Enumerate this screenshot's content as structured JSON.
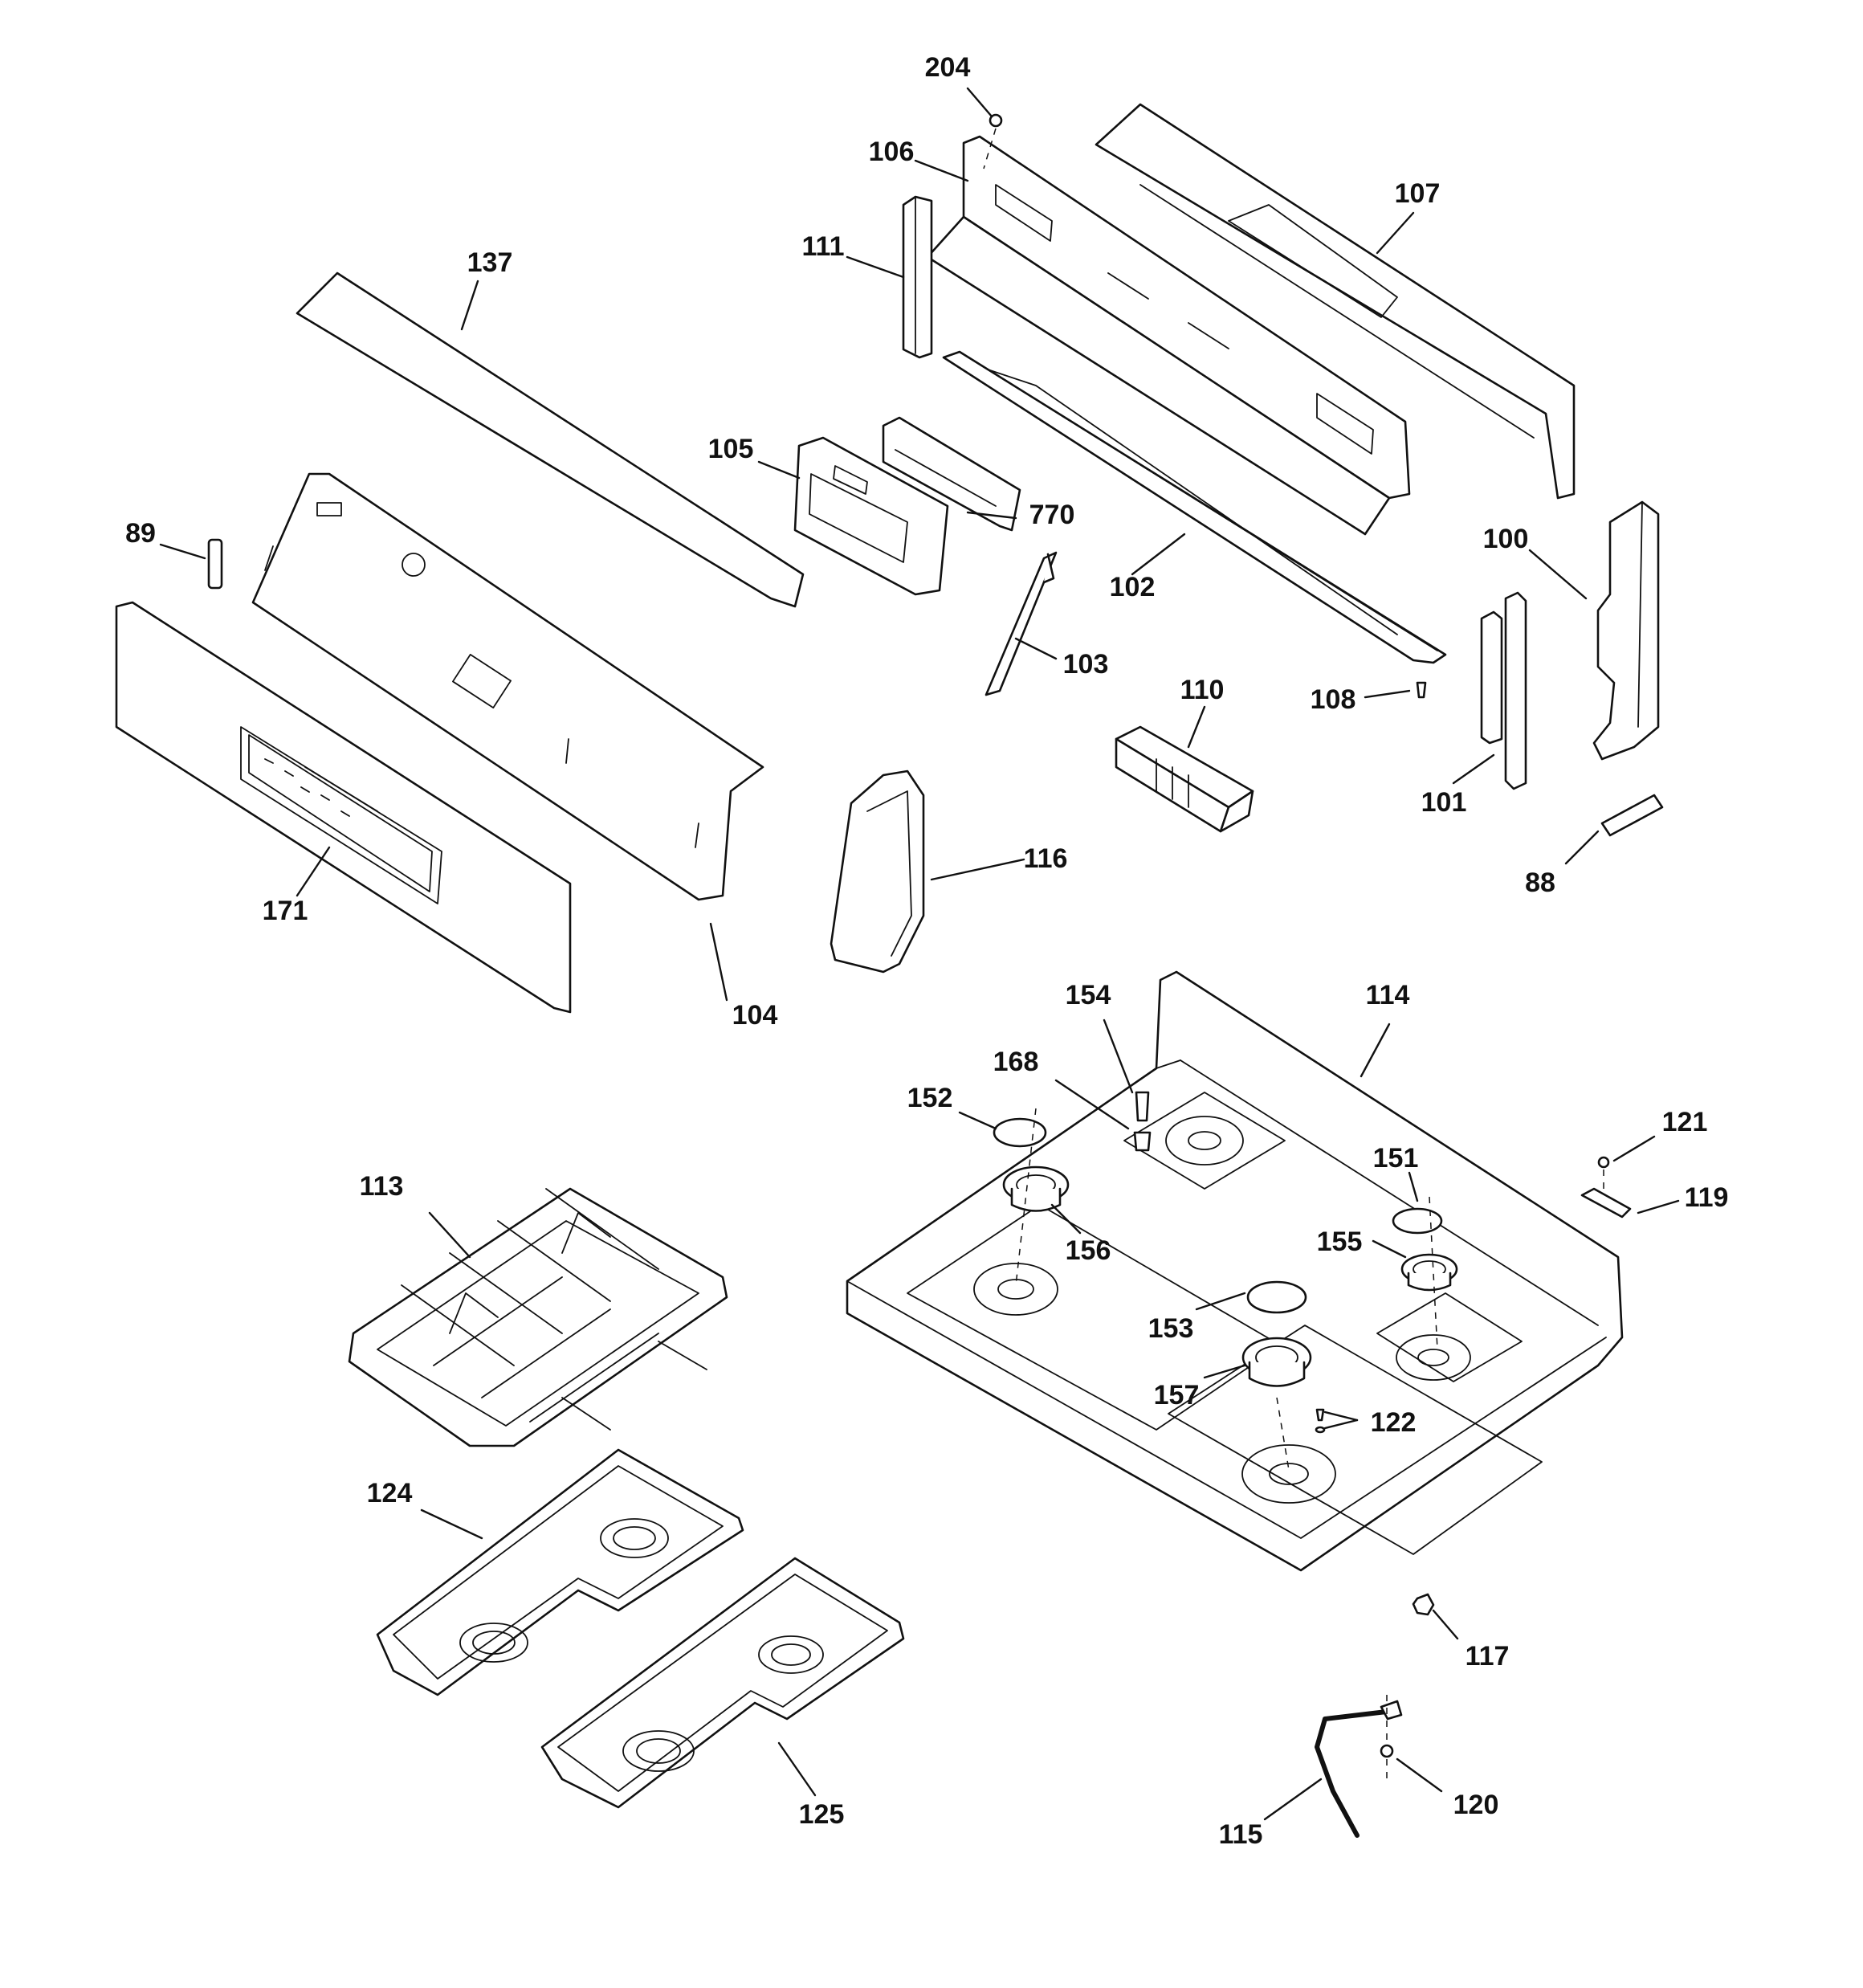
{
  "callouts": {
    "c204": "204",
    "c106": "106",
    "c107": "107",
    "c111": "111",
    "c137": "137",
    "c105": "105",
    "c770": "770",
    "c89": "89",
    "c100": "100",
    "c102": "102",
    "c103": "103",
    "c110": "110",
    "c108": "108",
    "c101": "101",
    "c88": "88",
    "c116": "116",
    "c171": "171",
    "c104": "104",
    "c154": "154",
    "c114": "114",
    "c168": "168",
    "c152": "152",
    "c121": "121",
    "c113": "113",
    "c151": "151",
    "c119": "119",
    "c156": "156",
    "c155": "155",
    "c153": "153",
    "c157": "157",
    "c122": "122",
    "c124": "124",
    "c117": "117",
    "c125": "125",
    "c120": "120",
    "c115": "115"
  }
}
